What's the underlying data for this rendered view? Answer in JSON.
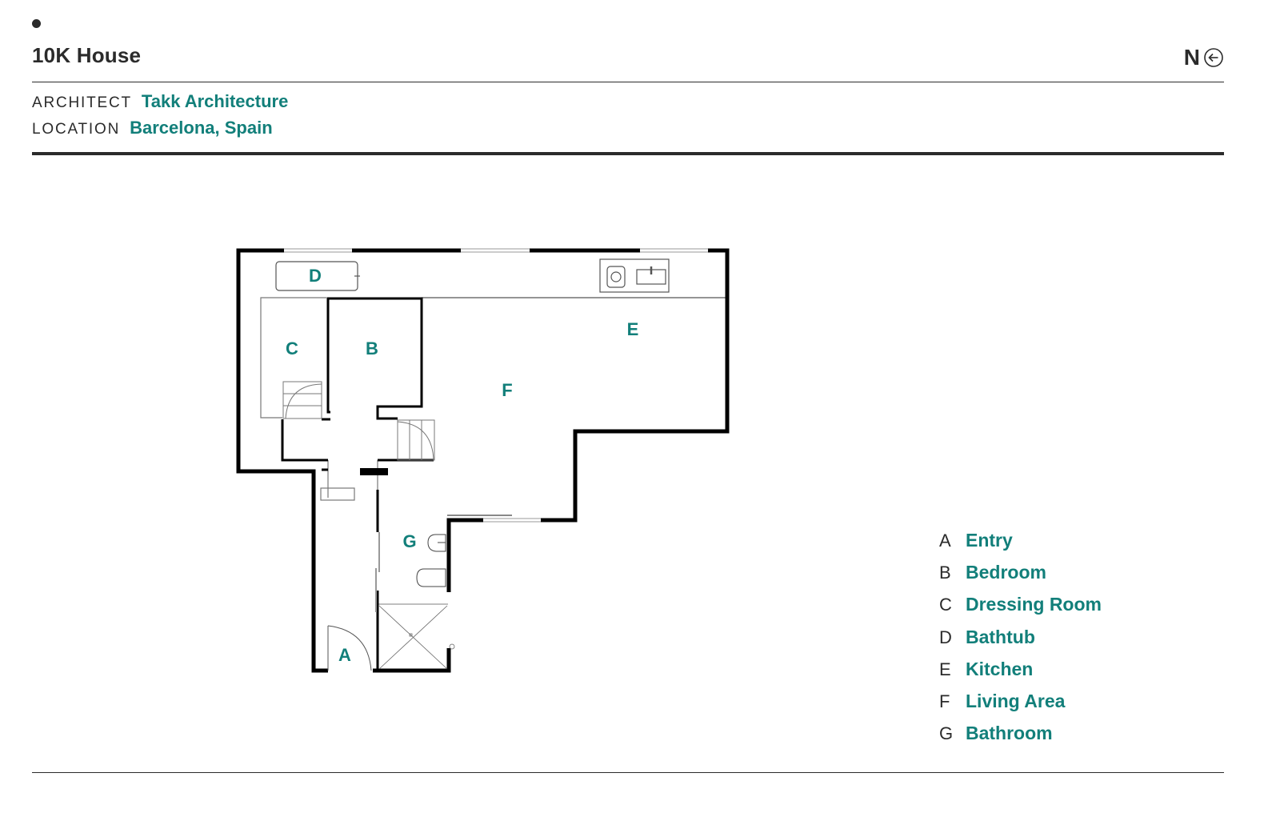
{
  "header": {
    "title": "10K House",
    "north_letter": "N",
    "north_icon": "arrow-left-circle-icon"
  },
  "meta": {
    "architect_label": "ARCHITECT",
    "architect_value": "Takk Architecture",
    "location_label": "LOCATION",
    "location_value": "Barcelona, Spain"
  },
  "colors": {
    "accent": "#127f7a",
    "text": "#2b2b2b",
    "wall": "#000000",
    "fixture": "#555555"
  },
  "plan": {
    "room_labels": {
      "A": "A",
      "B": "B",
      "C": "C",
      "D": "D",
      "E": "E",
      "F": "F",
      "G": "G"
    }
  },
  "legend": {
    "items": [
      {
        "key": "A",
        "label": "Entry"
      },
      {
        "key": "B",
        "label": "Bedroom"
      },
      {
        "key": "C",
        "label": "Dressing Room"
      },
      {
        "key": "D",
        "label": "Bathtub"
      },
      {
        "key": "E",
        "label": "Kitchen"
      },
      {
        "key": "F",
        "label": "Living Area"
      },
      {
        "key": "G",
        "label": "Bathroom"
      }
    ]
  }
}
